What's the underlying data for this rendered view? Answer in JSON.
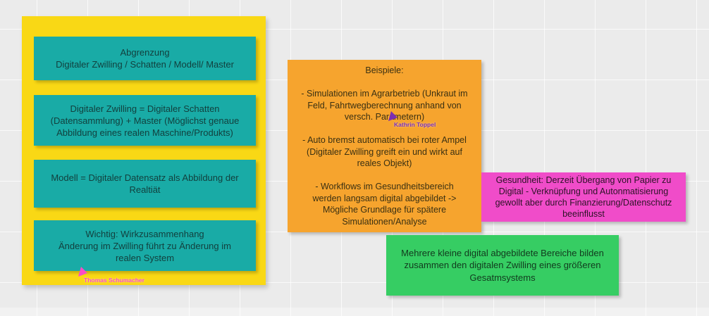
{
  "board": {
    "background": "#ebebeb",
    "grid_line_color": "#f8f8f8"
  },
  "frame": {
    "fill": "#f9d815",
    "notes": [
      {
        "fill": "#19aba6",
        "text": "Abgrenzung\nDigitaler Zwilling / Schatten / Modell/ Master"
      },
      {
        "fill": "#19aba6",
        "text": "Digitaler Zwilling = Digitaler Schatten\n(Datensammlung) + Master (Möglichst genaue\nAbbildung eines realen Maschine/Produkts)"
      },
      {
        "fill": "#19aba6",
        "text": "Modell = Digitaler Datensatz als Abbildung der\nRealtiät"
      },
      {
        "fill": "#19aba6",
        "text": "Wichtig: Wirkzusammenhang\nÄnderung im Zwilling führt zu Änderung im\nrealen System"
      }
    ]
  },
  "stickies": {
    "beispiele": {
      "fill": "#f6a42e",
      "text": "Beispiele:\n\n- Simulationen im Agrarbetrieb (Unkraut im\nFeld, Fahrtwegberechnung anhand von\nversch. Parametern)\n\n- Auto bremst automatisch bei roter Ampel\n(Digitaler Zwilling greift ein und wirkt auf\nreales Objekt)\n\n- Workflows im Gesundheitsbereich\nwerden langsam digital abgebildet ->\nMögliche Grundlage für spätere\nSimulationen/Analyse"
    },
    "gesundheit": {
      "fill": "#f04cc9",
      "text": "Gesundheit: Derzeit Übergang von Papier zu\nDigital - Verknüpfung und Autonmatisierung\ngewollt aber durch Finanzierung/Datenschutz\nbeeinflusst"
    },
    "gesamtsystem": {
      "fill": "#36cd63",
      "text": "Mehrere kleine digital abgebildete Bereiche bilden\nzusammen den digitalen Zwilling eines größeren\nGesatmsystems"
    }
  },
  "cursors": [
    {
      "name": "Kathrin Toppel",
      "color": "#7c2eb2"
    },
    {
      "name": "Thomas Schumacher",
      "color": "#fb4cc5"
    }
  ]
}
